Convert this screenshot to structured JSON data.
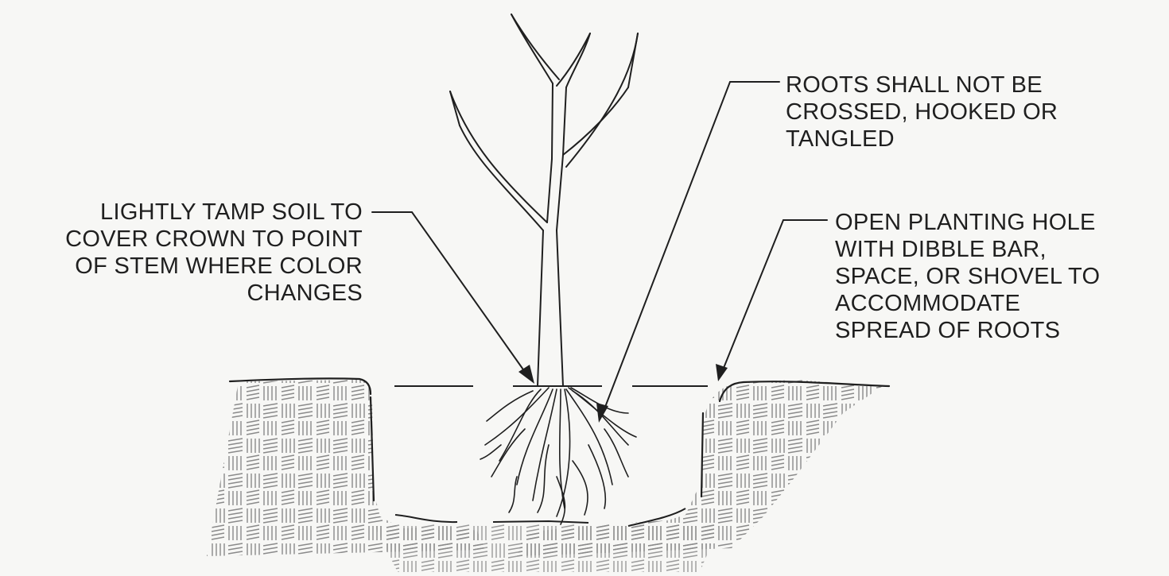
{
  "diagram": {
    "callouts": {
      "tamp_soil": {
        "lines": [
          "LIGHTLY TAMP SOIL TO",
          "COVER CROWN TO POINT",
          "OF STEM WHERE COLOR",
          "CHANGES"
        ]
      },
      "roots": {
        "lines": [
          "ROOTS SHALL NOT BE",
          "CROSSED, HOOKED OR",
          "TANGLED"
        ]
      },
      "planting_hole": {
        "lines": [
          "OPEN PLANTING HOLE",
          "WITH DIBBLE BAR,",
          "SPACE, OR SHOVEL TO",
          "ACCOMMODATE",
          "SPREAD OF ROOTS"
        ]
      }
    },
    "colors": {
      "ink": "#1f1f1f",
      "hatch": "#8a8a8a",
      "paper": "#f7f7f5"
    }
  }
}
